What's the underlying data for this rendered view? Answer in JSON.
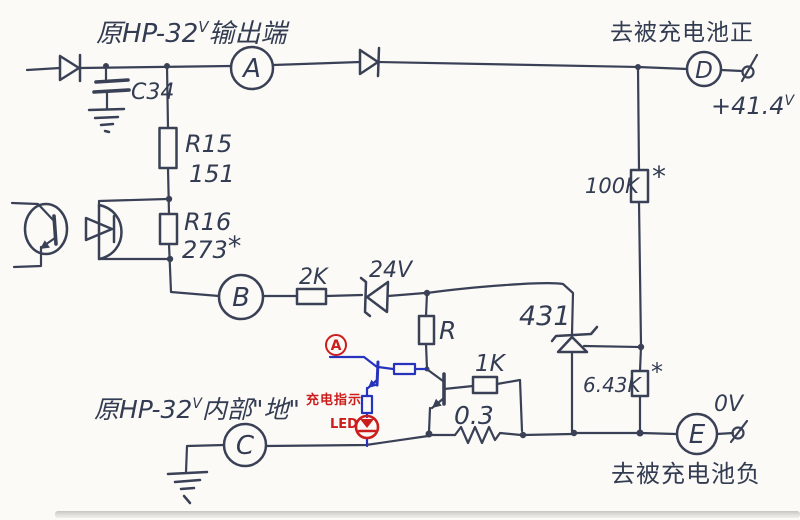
{
  "colors": {
    "paper": "#fbfaf6",
    "ink": "#3a4156",
    "blue_annotation": "#2633bd",
    "red_annotation": "#cc1d1d"
  },
  "titles": {
    "hp_output": {
      "prefix": "原HP-32",
      "sup": "V",
      "suffix": "输出端"
    },
    "hp_ground": {
      "prefix": "原HP-32",
      "sup": "V",
      "suffix": "内部\"地\""
    },
    "to_battery_positive": "去被充电池正",
    "to_battery_negative": "去被充电池负"
  },
  "terminals": {
    "positive_voltage": {
      "value": "+41.4",
      "sup": "V"
    },
    "zero_voltage": "0V"
  },
  "meters": {
    "a": "A",
    "b": "B",
    "c": "C",
    "d": "D",
    "e": "E"
  },
  "components": {
    "c34": "C34",
    "r15": {
      "name": "R15",
      "value": "151"
    },
    "r16": {
      "name": "R16",
      "value": "273",
      "mark": "*"
    },
    "r100k": {
      "value": "100K",
      "mark": "*"
    },
    "r643": {
      "value": "6.43K",
      "mark": "*"
    },
    "r2k": "2K",
    "zener": "24V",
    "r_bias": "R",
    "shunt_regulator": "431",
    "r1k": "1K",
    "r_sense": "0.3"
  },
  "red_notes": {
    "point": "A",
    "charging_indicator": "充电指示",
    "led": "LED"
  }
}
